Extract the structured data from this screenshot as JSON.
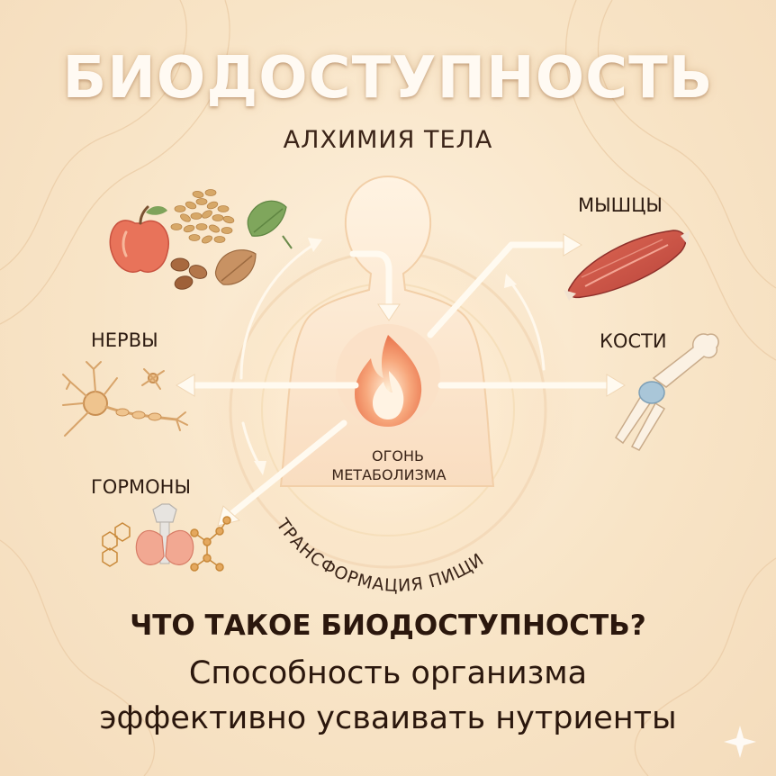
{
  "title": "БИОДОСТУПНОСТЬ",
  "subtitle": "АЛХИМИЯ ТЕЛА",
  "labels": {
    "muscles": "МЫШЦЫ",
    "nerves": "НЕРВЫ",
    "bones": "КОСТИ",
    "hormones": "ГОРМОНЫ",
    "fire_line1": "ОГОНЬ",
    "fire_line2": "МЕТАБОЛИЗМА",
    "arc": "ТРАНСФОРМАЦИЯ ПИЩИ"
  },
  "question": "ЧТО ТАКОЕ БИОДОСТУПНОСТЬ?",
  "definition": {
    "line1": "Способность организма",
    "line2": "эффективно усваивать нутриенты"
  },
  "icons": [
    "apple-icon",
    "grains-icon",
    "leaf-icon",
    "nuts-icon",
    "muscle-icon",
    "bone-icon",
    "neuron-icon",
    "thyroid-icon",
    "molecule-icon",
    "fire-icon",
    "human-body-icon",
    "sparkle-icon"
  ],
  "colors": {
    "title": "#fffaf3",
    "text": "#2b170d",
    "fire": "#f08a5d",
    "arrow": "#fffaf0"
  }
}
